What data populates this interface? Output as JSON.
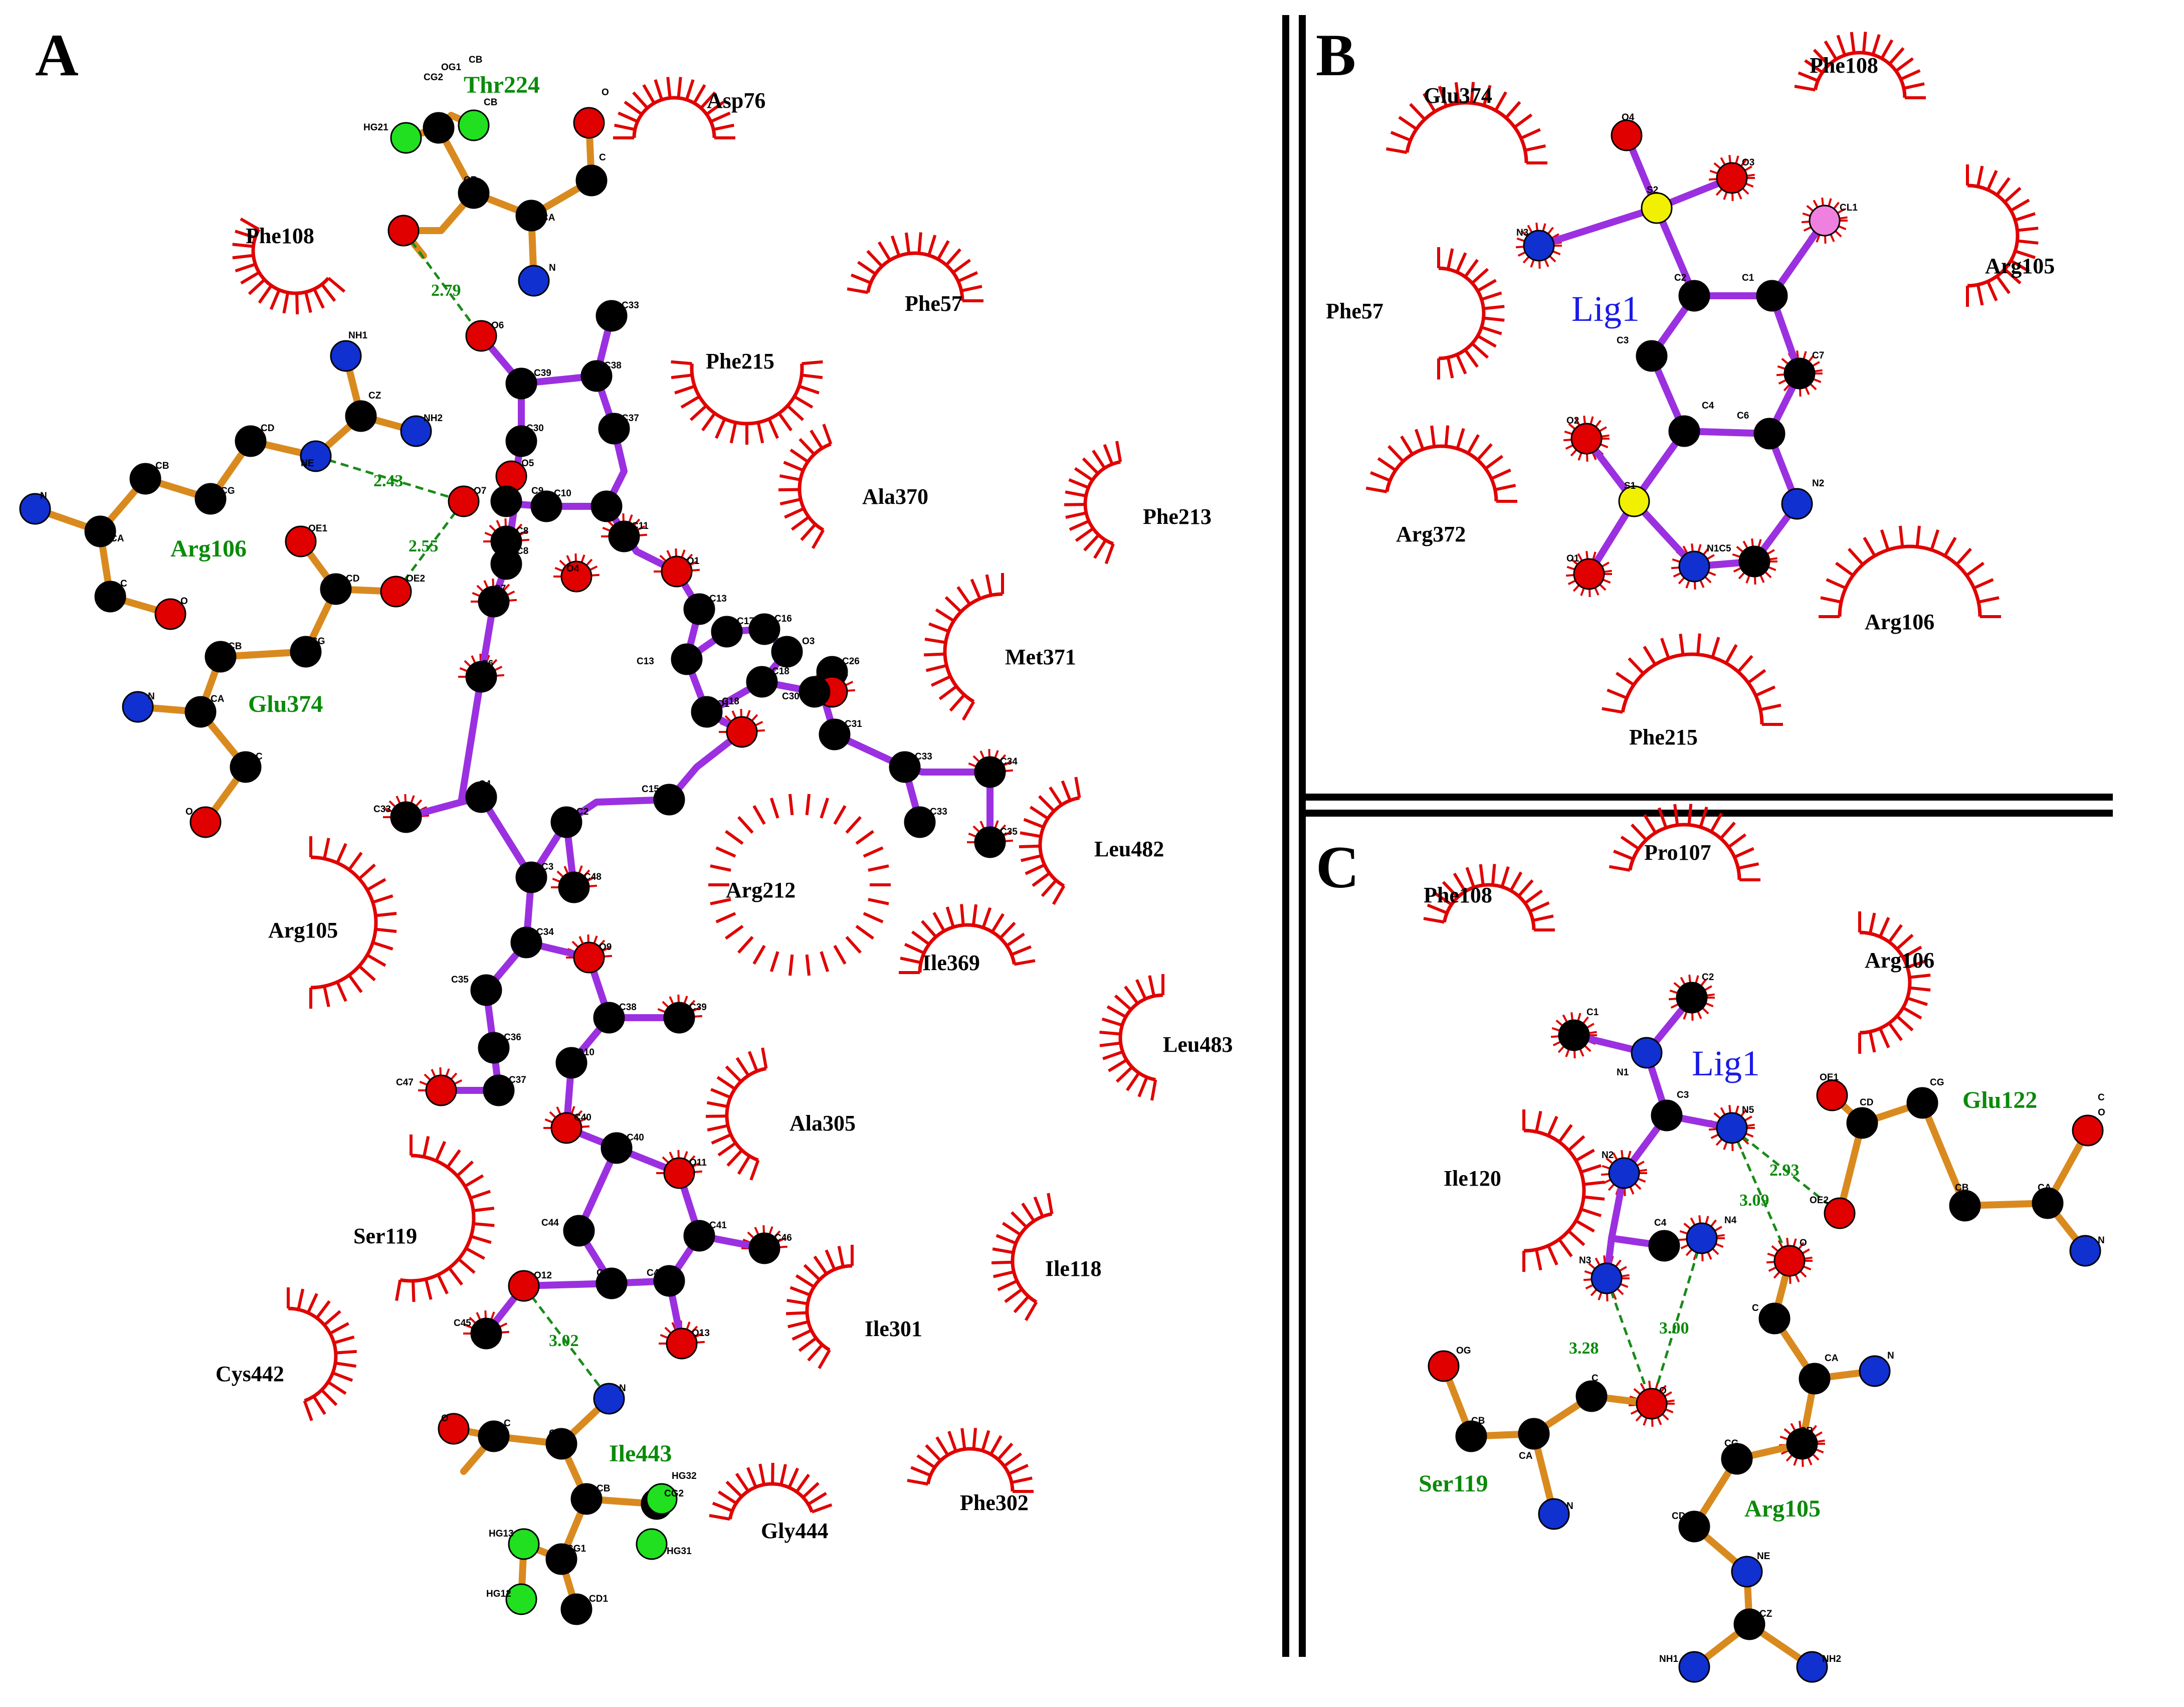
{
  "panels": [
    "A",
    "B",
    "C"
  ],
  "colors": {
    "ligand_bond": "#9b30e0",
    "residue_bond": "#d98a1f",
    "hbond": "#1a8a1a",
    "hydrophobic_arc": "#e00000",
    "carbon": "#000000",
    "oxygen": "#e00000",
    "nitrogen": "#1030d0",
    "sulfur": "#f0f000",
    "chlorine": "#f080e0",
    "gamma_carbon_green": "#20e020"
  },
  "panel_a": {
    "label": "A",
    "bonded_residues": [
      "Thr224",
      "Arg106",
      "Glu374",
      "Ile443"
    ],
    "hydrophobic_residues": [
      "Asp76",
      "Phe108",
      "Phe57",
      "Phe215",
      "Ala370",
      "Phe213",
      "Met371",
      "Arg212",
      "Leu482",
      "Arg105",
      "Ile369",
      "Leu483",
      "Ala305",
      "Ser119",
      "Ile118",
      "Ile301",
      "Cys442",
      "Phe302",
      "Gly444"
    ],
    "hbond_distances": [
      "2.79",
      "2.43",
      "2.55",
      "3.02"
    ]
  },
  "panel_b": {
    "label": "B",
    "ligand_label": "Lig1",
    "hydrophobic_residues": [
      "Glu374",
      "Phe108",
      "Arg105",
      "Phe57",
      "Arg372",
      "Arg106",
      "Phe215"
    ]
  },
  "panel_c": {
    "label": "C",
    "ligand_label": "Lig1",
    "bonded_residues": [
      "Glu122",
      "Ser119",
      "Arg105"
    ],
    "hydrophobic_residues": [
      "Pro107",
      "Phe108",
      "Arg106",
      "Ile120"
    ],
    "hbond_distances": [
      "2.93",
      "3.09",
      "3.28",
      "3.00"
    ]
  }
}
